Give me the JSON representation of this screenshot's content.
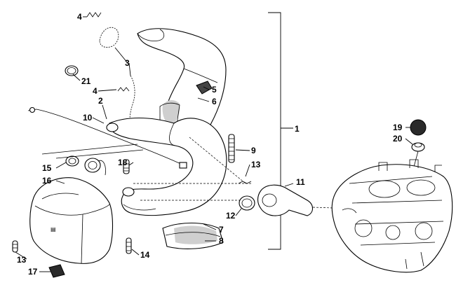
{
  "callouts": {
    "c1": "1",
    "c2": "2",
    "c3": "3",
    "c4a": "4",
    "c4b": "4",
    "c5": "5",
    "c6": "6",
    "c7": "7",
    "c8": "8",
    "c9": "9",
    "c10": "10",
    "c11": "11",
    "c12": "12",
    "c13a": "13",
    "c13b": "13",
    "c14": "14",
    "c15": "15",
    "c16": "16",
    "c17": "17",
    "c18": "18",
    "c19": "19",
    "c20": "20",
    "c21": "21"
  },
  "icons": {
    "spring": "spring-icon",
    "gasket": "gasket-ring-icon",
    "engine": "engine-illustration"
  }
}
